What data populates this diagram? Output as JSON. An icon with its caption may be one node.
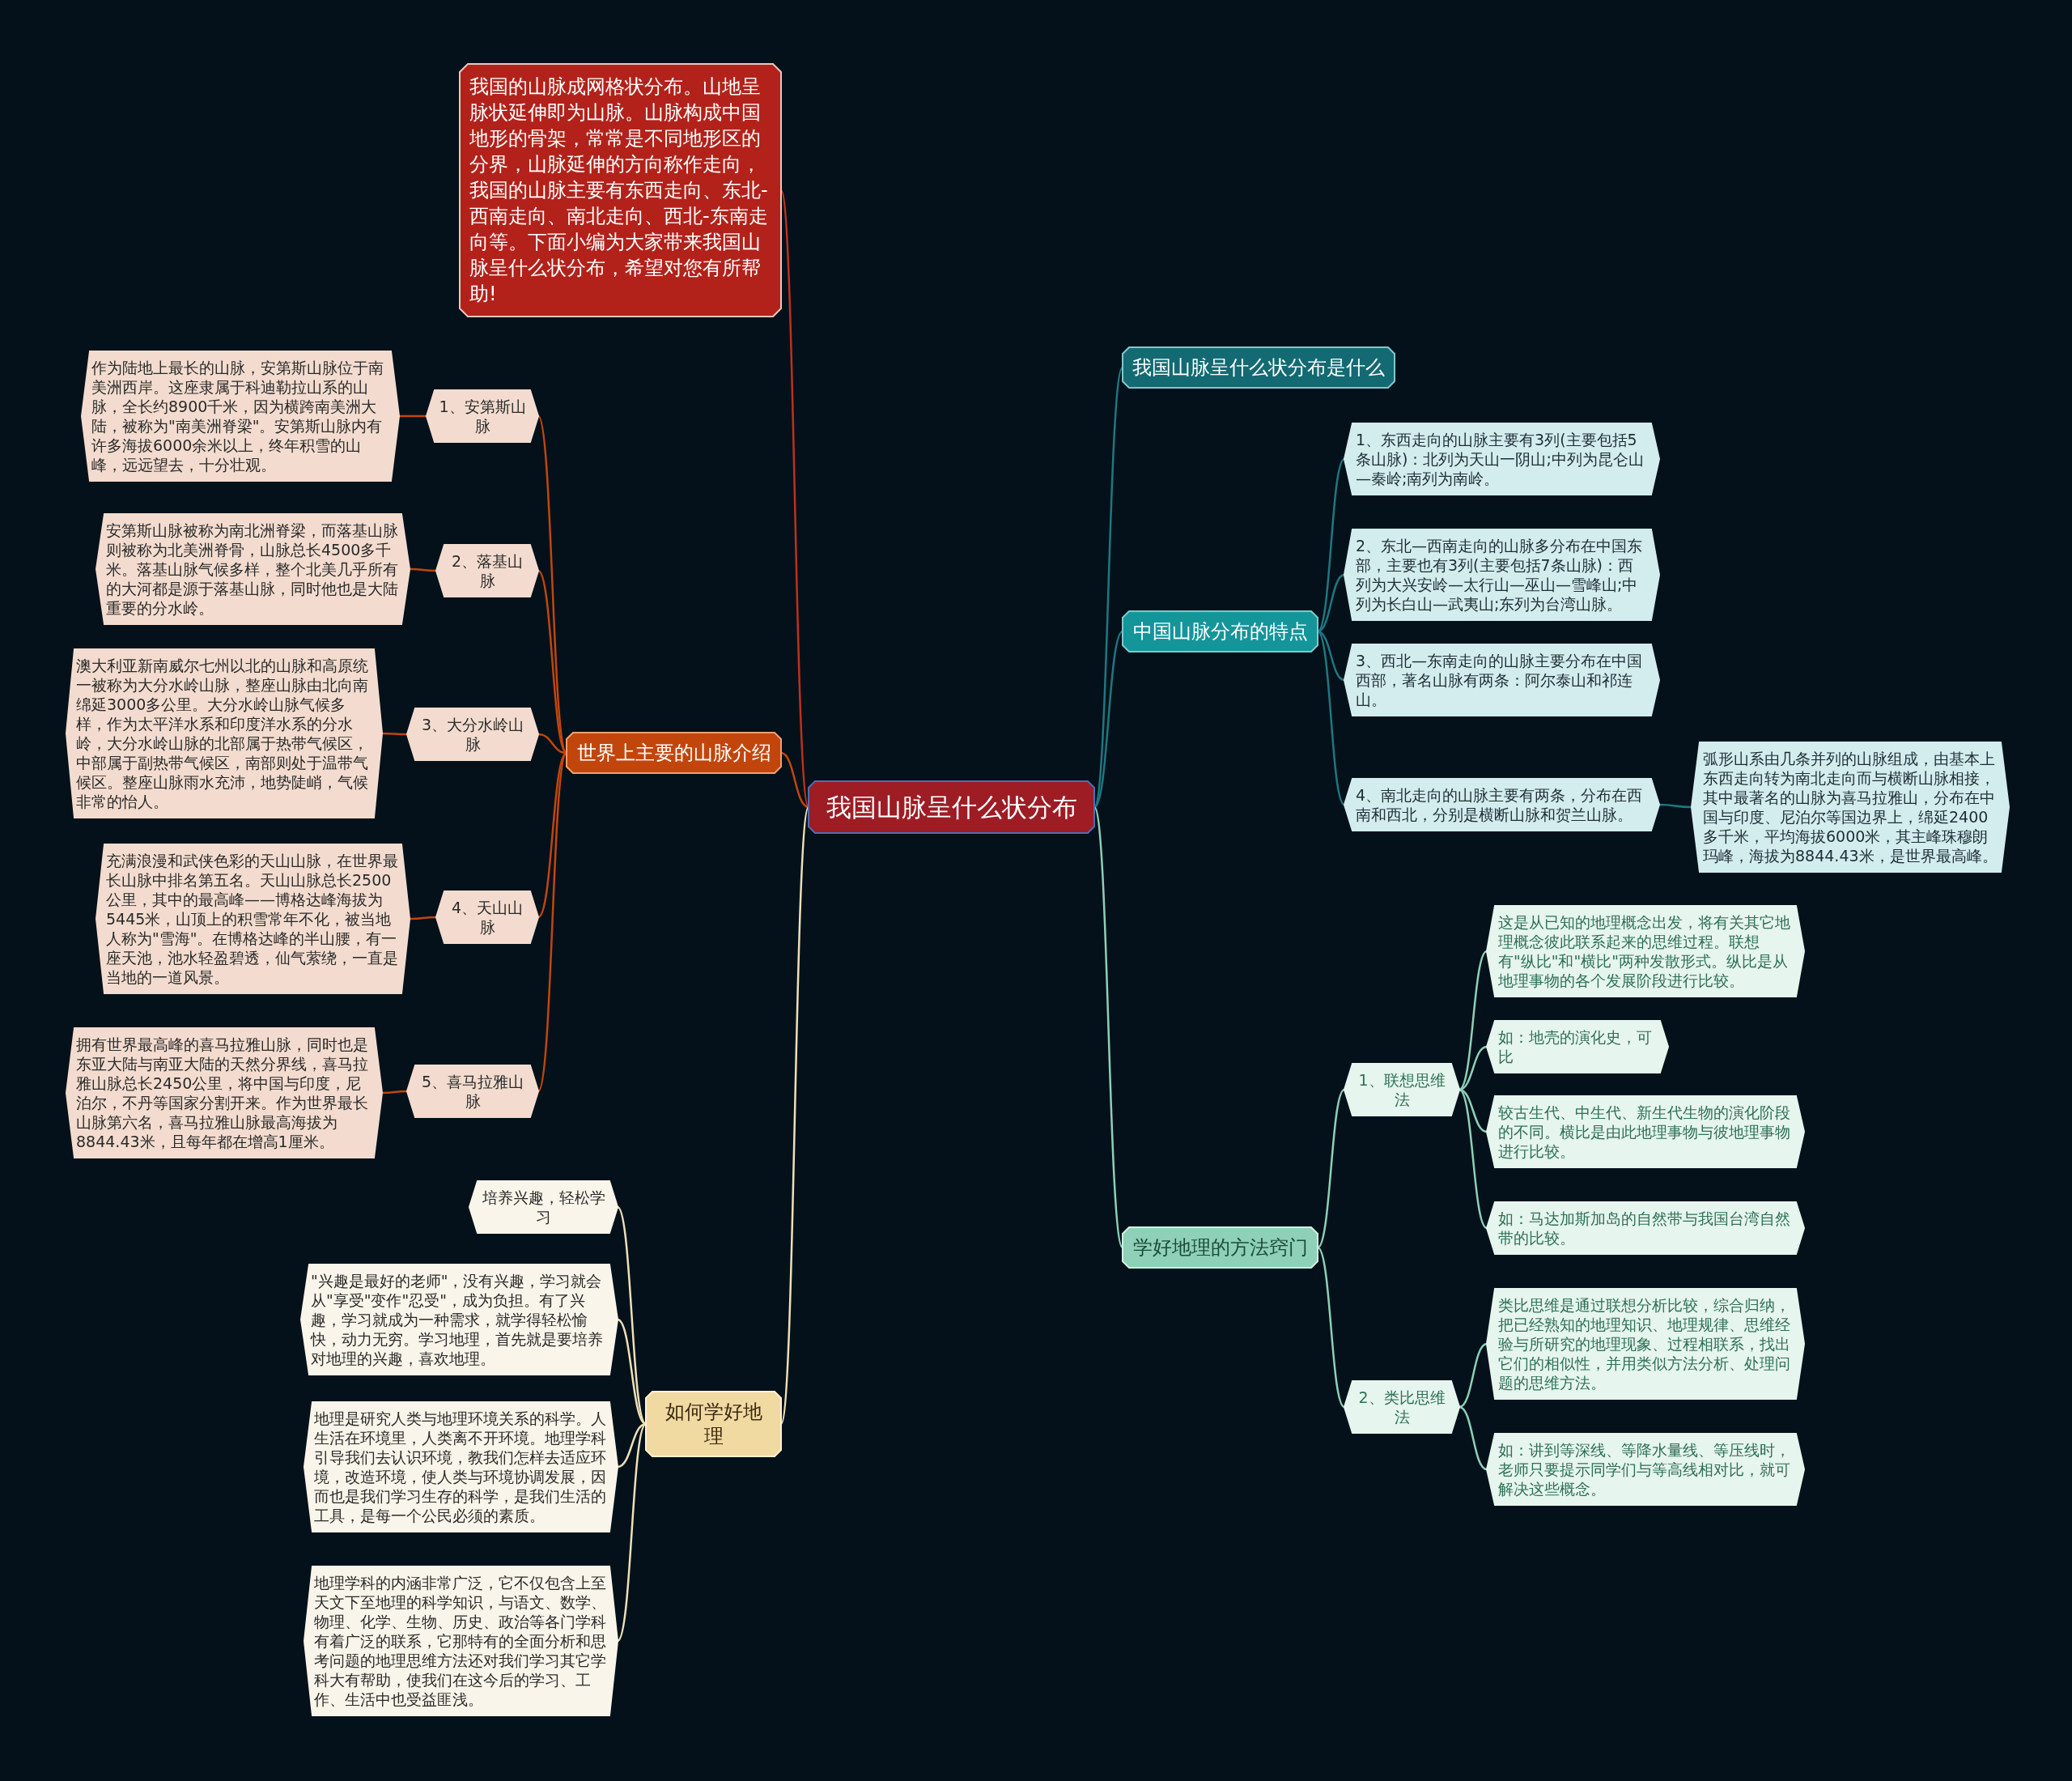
{
  "diagram": {
    "nodes": [
      {
        "text": [
          "我国山脉呈什么状分布"
        ]
      },
      {
        "text": [
          "我国的山脉成网格状分布。山地呈脉状延伸即为山脉。山脉构成中国地形的骨架，常常是不同地形区的分界，山脉延伸的方向称作走向，我国的山脉主要有东西走向、东北-西南走向、南北走向、西北-东南走向等。下面小编为大家带来我国山脉呈什么状分布，希望对您有所帮助!"
        ]
      },
      {
        "text": [
          "世界上主要的山脉介绍"
        ]
      },
      {
        "text": [
          "1、安第斯山脉"
        ]
      },
      {
        "text": [
          "作为陆地上最长的山脉，安第斯山脉位于南美洲西岸。这座隶属于科迪勒拉山系的山脉，全长约8900千米，因为横跨南美洲大陆，被称为\"南美洲脊梁\"。安第斯山脉内有许多海拔6000余米以上，终年积雪的山峰，远远望去，十分壮观。"
        ]
      },
      {
        "text": [
          "2、落基山脉"
        ]
      },
      {
        "text": [
          "安第斯山脉被称为南北洲脊梁，而落基山脉则被称为北美洲脊骨，山脉总长4500多千米。落基山脉气候多样，整个北美几乎所有的大河都是源于落基山脉，同时他也是大陆重要的分水岭。"
        ]
      },
      {
        "text": [
          "3、大分水岭山脉"
        ]
      },
      {
        "text": [
          "澳大利亚新南威尔七州以北的山脉和高原统一被称为大分水岭山脉，整座山脉由北向南绵延3000多公里。大分水岭山脉气候多样，作为太平洋水系和印度洋水系的分水岭，大分水岭山脉的北部属于热带气候区，中部属于副热带气候区，南部则处于温带气候区。整座山脉雨水充沛，地势陡峭，气候非常的怡人。"
        ]
      },
      {
        "text": [
          "4、天山山脉"
        ]
      },
      {
        "text": [
          "充满浪漫和武侠色彩的天山山脉，在世界最长山脉中排名第五名。天山山脉总长2500公里，其中的最高峰——博格达峰海拔为5445米，山顶上的积雪常年不化，被当地人称为\"雪海\"。在博格达峰的半山腰，有一座天池，池水轻盈碧透，仙气萦绕，一直是当地的一道风景。"
        ]
      },
      {
        "text": [
          "5、喜马拉雅山脉"
        ]
      },
      {
        "text": [
          "拥有世界最高峰的喜马拉雅山脉，同时也是东亚大陆与南亚大陆的天然分界线，喜马拉雅山脉总长2450公里，将中国与印度，尼泊尔，不丹等国家分割开来。作为世界最长山脉第六名，喜马拉雅山脉最高海拔为8844.43米，且每年都在增高1厘米。"
        ]
      },
      {
        "text": [
          "如何学好地理"
        ]
      },
      {
        "text": [
          "培养兴趣，轻松学习"
        ]
      },
      {
        "text": [
          "\"兴趣是最好的老师\"，没有兴趣，学习就会从\"享受\"变作\"忍受\"，成为负担。有了兴趣，学习就成为一种需求，就学得轻松愉快，动力无穷。学习地理，首先就是要培养对地理的兴趣，喜欢地理。"
        ]
      },
      {
        "text": [
          "地理是研究人类与地理环境关系的科学。人生活在环境里，人类离不开环境。地理学科引导我们去认识环境，教我们怎样去适应环境，改造环境，使人类与环境协调发展，因而也是我们学习生存的科学，是我们生活的工具，是每一个公民必须的素质。"
        ]
      },
      {
        "text": [
          "地理学科的内涵非常广泛，它不仅包含上至天文下至地理的科学知识，与语文、数学、物理、化学、生物、历史、政治等各门学科有着广泛的联系，它那特有的全面分析和思考问题的地理思维方法还对我们学习其它学科大有帮助，使我们在这今后的学习、工作、生活中也受益匪浅。"
        ]
      },
      {
        "text": [
          "我国山脉呈什么状分布是什么"
        ]
      },
      {
        "text": [
          "中国山脉分布的特点"
        ]
      },
      {
        "text": [
          "1、东西走向的山脉主要有3列(主要包括5条山脉)：北列为天山一阴山;中列为昆仑山—秦岭;南列为南岭。"
        ]
      },
      {
        "text": [
          "2、东北—西南走向的山脉多分布在中国东部，主要也有3列(主要包括7条山脉)：西列为大兴安岭—太行山—巫山—雪峰山;中列为长白山—武夷山;东列为台湾山脉。"
        ]
      },
      {
        "text": [
          "3、西北—东南走向的山脉主要分布在中国西部，著名山脉有两条：阿尔泰山和祁连山。"
        ]
      },
      {
        "text": [
          "4、南北走向的山脉主要有两条，分布在西南和西北，分别是横断山脉和贺兰山脉。"
        ]
      },
      {
        "text": [
          "弧形山系由几条并列的山脉组成，由基本上东西走向转为南北走向而与横断山脉相接，其中最著名的山脉为喜马拉雅山，分布在中国与印度、尼泊尔等国边界上，绵延2400多千米，平均海拔6000米，其主峰珠穆朗玛峰，海拔为8844.43米，是世界最高峰。"
        ]
      },
      {
        "text": [
          "学好地理的方法窍门"
        ]
      },
      {
        "text": [
          "1、联想思维法"
        ]
      },
      {
        "text": [
          "这是从已知的地理概念出发，将有关其它地理概念彼此联系起来的思维过程。联想有\"纵比\"和\"横比\"两种发散形式。纵比是从地理事物的各个发展阶段进行比较。"
        ]
      },
      {
        "text": [
          "如：地壳的演化史，可比"
        ]
      },
      {
        "text": [
          "较古生代、中生代、新生代生物的演化阶段的不同。横比是由此地理事物与彼地理事物进行比较。"
        ]
      },
      {
        "text": [
          "如：马达加斯加岛的自然带与我国台湾自然带的比较。"
        ]
      },
      {
        "text": [
          "2、类比思维法"
        ]
      },
      {
        "text": [
          "类比思维是通过联想分析比较，综合归纳，把已经熟知的地理知识、地理规律、思维经验与所研究的地理现象、过程相联系，找出它们的相似性，并用类似方法分析、处理问题的思维方法。"
        ]
      },
      {
        "text": [
          "如：讲到等深线、等降水量线、等压线时，老师只要提示同学们与等高线相对比，就可解决这些概念。"
        ]
      }
    ],
    "edges": [
      {
        "from": 0,
        "to": 1,
        "arrow": "none",
        "color": "#c0301c"
      },
      {
        "from": 0,
        "to": 2,
        "arrow": "none"
      },
      {
        "from": 2,
        "to": 3,
        "arrow": "none"
      },
      {
        "from": 3,
        "to": 4,
        "arrow": "none"
      },
      {
        "from": 2,
        "to": 5,
        "arrow": "none"
      },
      {
        "from": 5,
        "to": 6,
        "arrow": "none"
      },
      {
        "from": 2,
        "to": 7,
        "arrow": "none"
      },
      {
        "from": 7,
        "to": 8,
        "arrow": "none"
      },
      {
        "from": 2,
        "to": 9,
        "arrow": "none"
      },
      {
        "from": 9,
        "to": 10,
        "arrow": "none"
      },
      {
        "from": 2,
        "to": 11,
        "arrow": "none"
      },
      {
        "from": 11,
        "to": 12,
        "arrow": "none"
      },
      {
        "from": 0,
        "to": 13,
        "arrow": "none",
        "color": "#efe0b8"
      },
      {
        "from": 13,
        "to": 14,
        "arrow": "none",
        "color": "#efe0b8"
      },
      {
        "from": 13,
        "to": 15,
        "arrow": "none",
        "color": "#efe0b8"
      },
      {
        "from": 13,
        "to": 16,
        "arrow": "none",
        "color": "#efe0b8"
      },
      {
        "from": 13,
        "to": 17,
        "arrow": "none",
        "color": "#efe0b8"
      },
      {
        "from": 0,
        "to": 18,
        "arrow": "none",
        "color": "#1e7880"
      },
      {
        "from": 0,
        "to": 19,
        "arrow": "none",
        "color": "#1e7880"
      },
      {
        "from": 19,
        "to": 20,
        "arrow": "none",
        "color": "#1e7880"
      },
      {
        "from": 19,
        "to": 21,
        "arrow": "none",
        "color": "#1e7880"
      },
      {
        "from": 19,
        "to": 22,
        "arrow": "none",
        "color": "#1e7880"
      },
      {
        "from": 19,
        "to": 23,
        "arrow": "none",
        "color": "#1e7880"
      },
      {
        "from": 23,
        "to": 24,
        "arrow": "none",
        "color": "#1e7880"
      },
      {
        "from": 0,
        "to": 25,
        "arrow": "none",
        "color": "#8ed0b8"
      },
      {
        "from": 25,
        "to": 26,
        "arrow": "none",
        "color": "#8ed0b8"
      },
      {
        "from": 26,
        "to": 27,
        "arrow": "none",
        "color": "#8ed0b8"
      },
      {
        "from": 26,
        "to": 28,
        "arrow": "none",
        "color": "#8ed0b8"
      },
      {
        "from": 26,
        "to": 29,
        "arrow": "none",
        "color": "#8ed0b8"
      },
      {
        "from": 26,
        "to": 30,
        "arrow": "none",
        "color": "#8ed0b8"
      },
      {
        "from": 25,
        "to": 31,
        "arrow": "none",
        "color": "#8ed0b8"
      },
      {
        "from": 31,
        "to": 32,
        "arrow": "none",
        "color": "#8ed0b8"
      },
      {
        "from": 31,
        "to": 33,
        "arrow": "none",
        "color": "#8ed0b8"
      }
    ]
  }
}
